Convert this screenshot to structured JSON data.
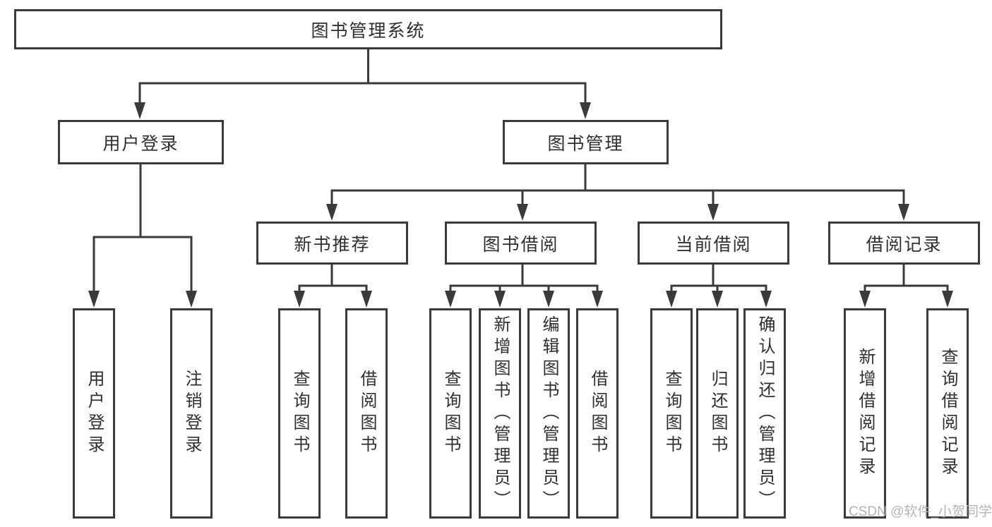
{
  "tree": {
    "root": {
      "label": "图书管理系统"
    },
    "branches": [
      {
        "label": "用户登录",
        "children": [
          "用户登录",
          "注销登录"
        ]
      },
      {
        "label": "图书管理",
        "groups": [
          {
            "label": "新书推荐",
            "children": [
              "查询图书",
              "借阅图书"
            ]
          },
          {
            "label": "图书借阅",
            "children": [
              "查询图书",
              "新增图书（管理员）",
              "编辑图书（管理员）",
              "借阅图书"
            ]
          },
          {
            "label": "当前借阅",
            "children": [
              "查询图书",
              "归还图书",
              "确认归还（管理员）"
            ]
          },
          {
            "label": "借阅记录",
            "children": [
              "新增借阅记录",
              "查询借阅记录"
            ]
          }
        ]
      }
    ]
  },
  "colors": {
    "line": "#3a3a3a",
    "text": "#2f2f2f",
    "watermark_gray": "#b4b4b4",
    "background": "#ffffff"
  },
  "watermark": {
    "text": "CSDN @软件_小贺同学"
  }
}
